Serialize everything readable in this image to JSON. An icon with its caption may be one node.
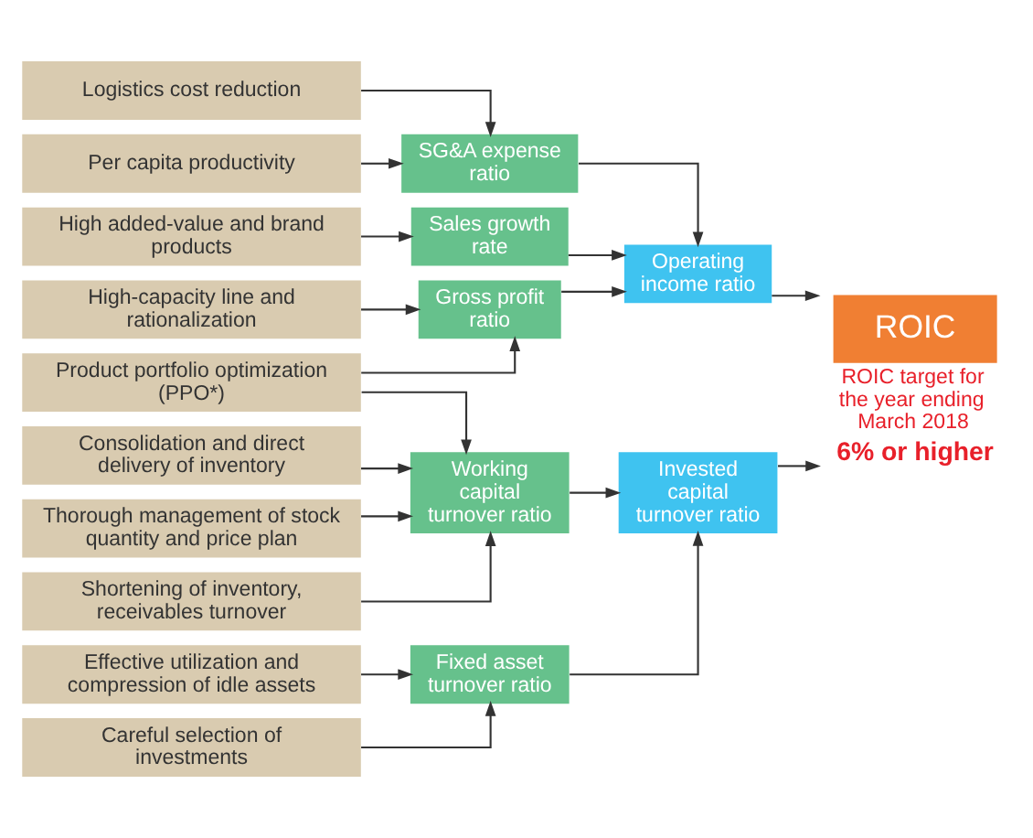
{
  "diagram": {
    "nodes": [
      {
        "text": [
          "High added-value and brand products"
        ]
      },
      {
        "text": [
          "High-capacity line and rationalization"
        ]
      },
      {
        "text": [
          "Product portfolio optimization (PPO*)"
        ]
      },
      {
        "text": [
          "Per capita productivity"
        ]
      },
      {
        "text": [
          "Logistics cost reduction"
        ]
      },
      {
        "text": [
          "Shortening of inventory, receivables turnover"
        ]
      },
      {
        "text": [
          "Consolidation and direct delivery of inventory"
        ]
      },
      {
        "text": [
          "Thorough management of stock quantity and price plan"
        ]
      },
      {
        "text": [
          "Effective utilization and compression of idle assets"
        ]
      },
      {
        "text": [
          "Careful selection of investments"
        ]
      },
      {
        "text": [
          "Sales growth rate"
        ]
      },
      {
        "text": [
          "Gross profit ratio"
        ]
      },
      {
        "text": [
          "SG&A expense ratio"
        ]
      },
      {
        "text": [
          "Working capital turnover ratio"
        ]
      },
      {
        "text": [
          "Fixed asset turnover ratio"
        ]
      },
      {
        "text": [
          "Operating income ratio"
        ]
      },
      {
        "text": [
          "Invested capital turnover ratio"
        ]
      },
      {
        "text": [
          "ROIC"
        ],
        "beside": [
          "ROIC target for the year ending March 2018",
          "6% or higher"
        ]
      }
    ],
    "edges": [
      {
        "from": 0,
        "to": 10,
        "arrow": "to"
      },
      {
        "from": 1,
        "to": 11,
        "arrow": "to"
      },
      {
        "from": 2,
        "to": 11,
        "arrow": "to"
      },
      {
        "from": 2,
        "to": 13,
        "arrow": "to"
      },
      {
        "from": 3,
        "to": 12,
        "arrow": "to"
      },
      {
        "from": 4,
        "to": 12,
        "arrow": "to"
      },
      {
        "from": 5,
        "to": 13,
        "arrow": "to"
      },
      {
        "from": 6,
        "to": 13,
        "arrow": "to"
      },
      {
        "from": 7,
        "to": 13,
        "arrow": "to"
      },
      {
        "from": 8,
        "to": 14,
        "arrow": "to"
      },
      {
        "from": 9,
        "to": 14,
        "arrow": "to"
      },
      {
        "from": 10,
        "to": 15,
        "arrow": "to"
      },
      {
        "from": 11,
        "to": 15,
        "arrow": "to"
      },
      {
        "from": 12,
        "to": 15,
        "arrow": "to"
      },
      {
        "from": 13,
        "to": 16,
        "arrow": "to"
      },
      {
        "from": 14,
        "to": 16,
        "arrow": "to"
      },
      {
        "from": 15,
        "to": 17,
        "arrow": "to"
      },
      {
        "from": 16,
        "to": 17,
        "arrow": "to"
      }
    ]
  }
}
